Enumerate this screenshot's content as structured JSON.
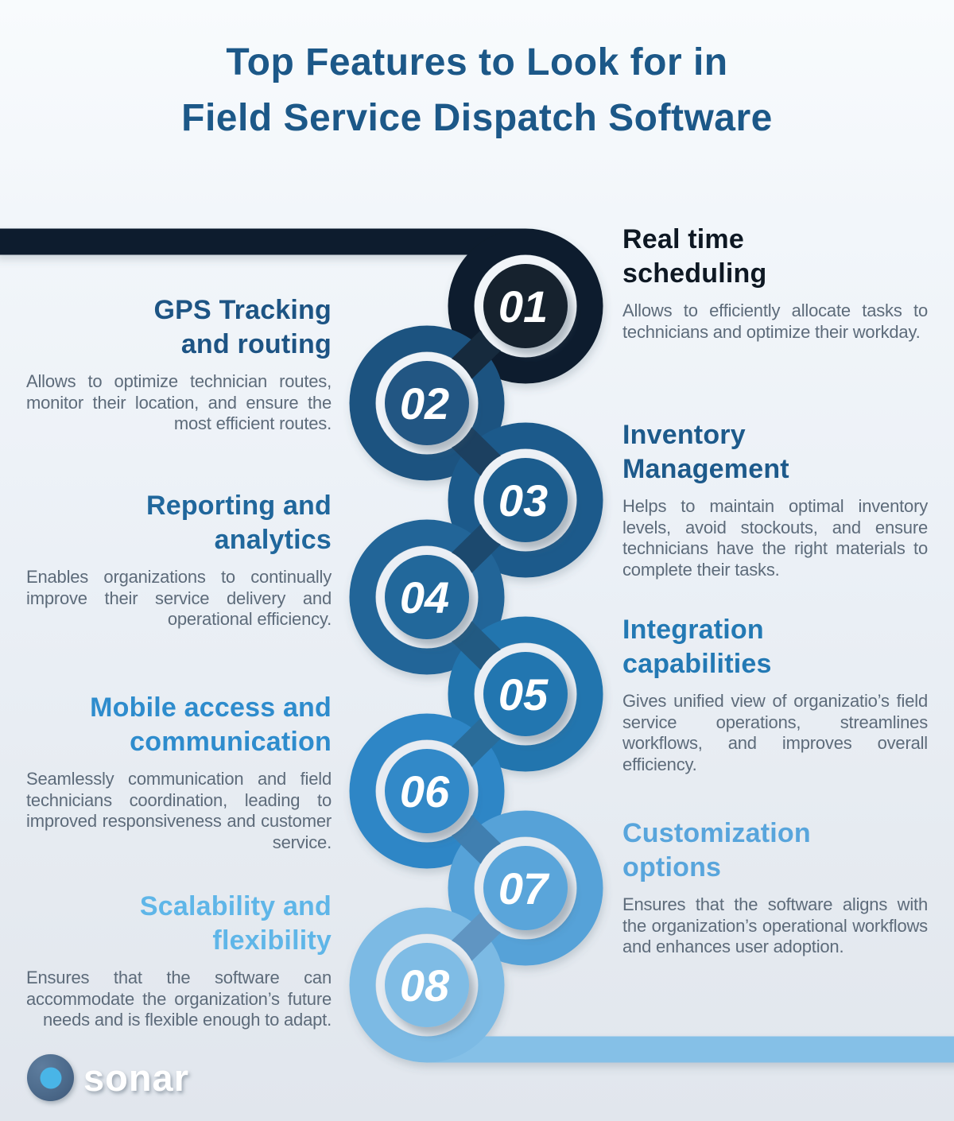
{
  "title": {
    "text": "Top Features to Look for in\nField Service Dispatch Software"
  },
  "items": [
    {
      "number": "01",
      "heading": "Real time\nscheduling",
      "heading_color": "#0e1823",
      "body": "Allows to efficiently allocate tasks to technicians and optimize their workday.",
      "ring_color": "#111f2d",
      "circle_color": "#13212f",
      "gap_color": "#f1f5f9",
      "fold_color": "#16293c"
    },
    {
      "number": "02",
      "heading": "GPS Tracking\nand routing",
      "heading_color": "#1d5484",
      "body": "Allows to optimize technician routes, monitor their location, and ensure the most efficient routes.",
      "ring_color": "#1e5380",
      "circle_color": "#205683",
      "gap_color": "#eff3f8",
      "fold_color": "#1b3f60"
    },
    {
      "number": "03",
      "heading": "Inventory\nManagement",
      "heading_color": "#1d5a8b",
      "body": "Helps to maintain optimal inventory levels, avoid stockouts, and ensure technicians have the right materials to complete their tasks.",
      "ring_color": "#1d5a8b",
      "circle_color": "#1f5d8e",
      "gap_color": "#edf1f6",
      "fold_color": "#1e4a6e"
    },
    {
      "number": "04",
      "heading": "Reporting and\nanalytics",
      "heading_color": "#20679c",
      "body": "Enables organizations to continually improve their service delivery and operational efficiency.",
      "ring_color": "#216598",
      "circle_color": "#23689b",
      "gap_color": "#ebeff5",
      "fold_color": "#245a82"
    },
    {
      "number": "05",
      "heading": "Integration\ncapabilities",
      "heading_color": "#2379b4",
      "body": "Gives unified view of organizatio’s field service operations, streamlines workflows, and improves overall efficiency.",
      "ring_color": "#2274ae",
      "circle_color": "#2476b0",
      "gap_color": "#e9eef4",
      "fold_color": "#2a6c99"
    },
    {
      "number": "06",
      "heading": "Mobile access and\ncommunication",
      "heading_color": "#2e8ccd",
      "body": "Seamlessly communication and field technicians coordination, leading to improved responsiveness and customer service.",
      "ring_color": "#2e86c6",
      "circle_color": "#3089c8",
      "gap_color": "#e8ecf2",
      "fold_color": "#417fb0"
    },
    {
      "number": "07",
      "heading": "Customization\noptions",
      "heading_color": "#58a5dc",
      "body": "Ensures that the software aligns with the organization’s operational workflows and enhances user adoption.",
      "ring_color": "#57a2d8",
      "circle_color": "#5aa5da",
      "gap_color": "#e6ebf1",
      "fold_color": "#6095c2"
    },
    {
      "number": "08",
      "heading": "Scalability and\nflexibility",
      "heading_color": "#5fb6e8",
      "body": "Ensures that the software can accommodate the organization’s future needs and is flexible enough to adapt.",
      "ring_color": "#7cbae4",
      "circle_color": "#7fbce5",
      "gap_color": "#e5eaf0",
      "fold_color": null
    }
  ],
  "colors": {
    "top_band": "#111f2d",
    "bottom_band": "#85c0e7",
    "body_text": "#5d6b7a",
    "title_text": "#1c5888"
  },
  "logo": {
    "text": "sonar",
    "outer_circle": "#4d6b8c",
    "inner_dot": "#49b5e7"
  }
}
